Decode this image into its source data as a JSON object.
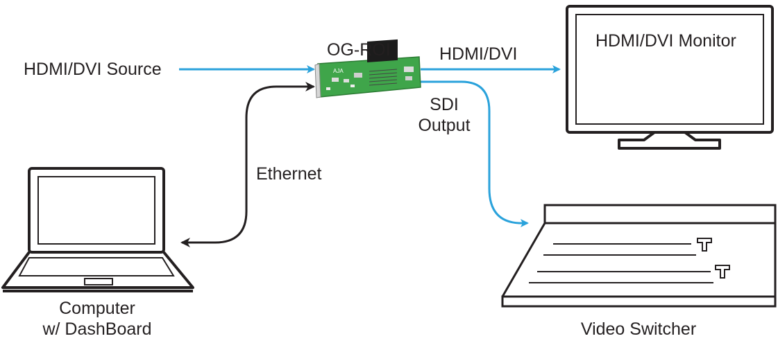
{
  "colors": {
    "signal": "#2aa2db",
    "network": "#231f20",
    "card_pcb": "#3fa54a",
    "heatsink": "#1c1c1c",
    "outline": "#231f20",
    "background": "#ffffff"
  },
  "labels": {
    "source": "HDMI/DVI Source",
    "device": "OG-ROI",
    "hdmi_out": "HDMI/DVI",
    "monitor": "HDMI/DVI Monitor",
    "sdi_line1": "SDI",
    "sdi_line2": "Output",
    "ethernet": "Ethernet",
    "computer_line1": "Computer",
    "computer_line2": "w/ DashBoard",
    "switcher": "Video Switcher",
    "card_logo": "AJA"
  },
  "icons": {
    "card": "og-roi-card-icon",
    "monitor": "monitor-icon",
    "laptop": "laptop-icon",
    "switcher": "video-switcher-icon"
  }
}
